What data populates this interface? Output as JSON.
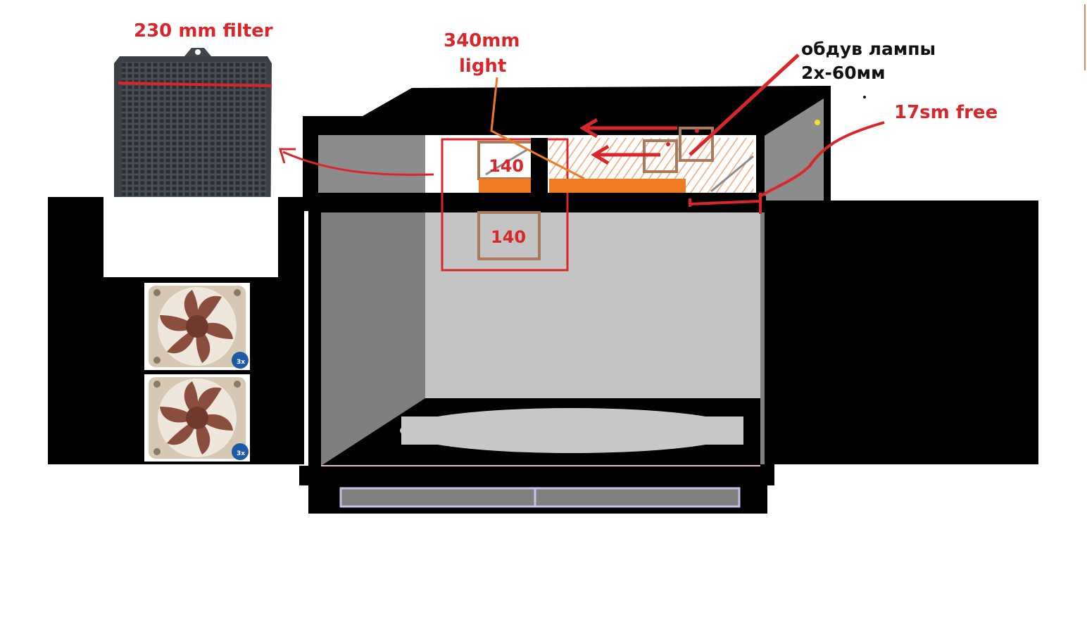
{
  "labels": {
    "filter": "230  mm filter",
    "light_line1": "340mm",
    "light_line2": "light",
    "lamp_cooling_line1": "обдув лампы",
    "lamp_cooling_line2": "2x-60мм",
    "free_space": "17sm free",
    "fan_box_upper": "140",
    "fan_box_lower": "140",
    "fan_badge_top": "3x",
    "fan_badge_bottom": "3x"
  },
  "colors": {
    "annotation_red": "#d9262b",
    "light_orange": "#f07a22",
    "fan_box_brown": "#a97a5c",
    "cabinet_black": "#000000",
    "panel_gray": "#c4c4c4",
    "side_gray": "#7f7f7f",
    "fan_blade": "#8a4e3c",
    "fan_frame": "#d7c8b3",
    "filter_gray": "#4a4f56"
  },
  "icons": {
    "filter": "carbon-filter-icon",
    "fan_top": "fan-icon",
    "fan_bottom": "fan-icon"
  }
}
